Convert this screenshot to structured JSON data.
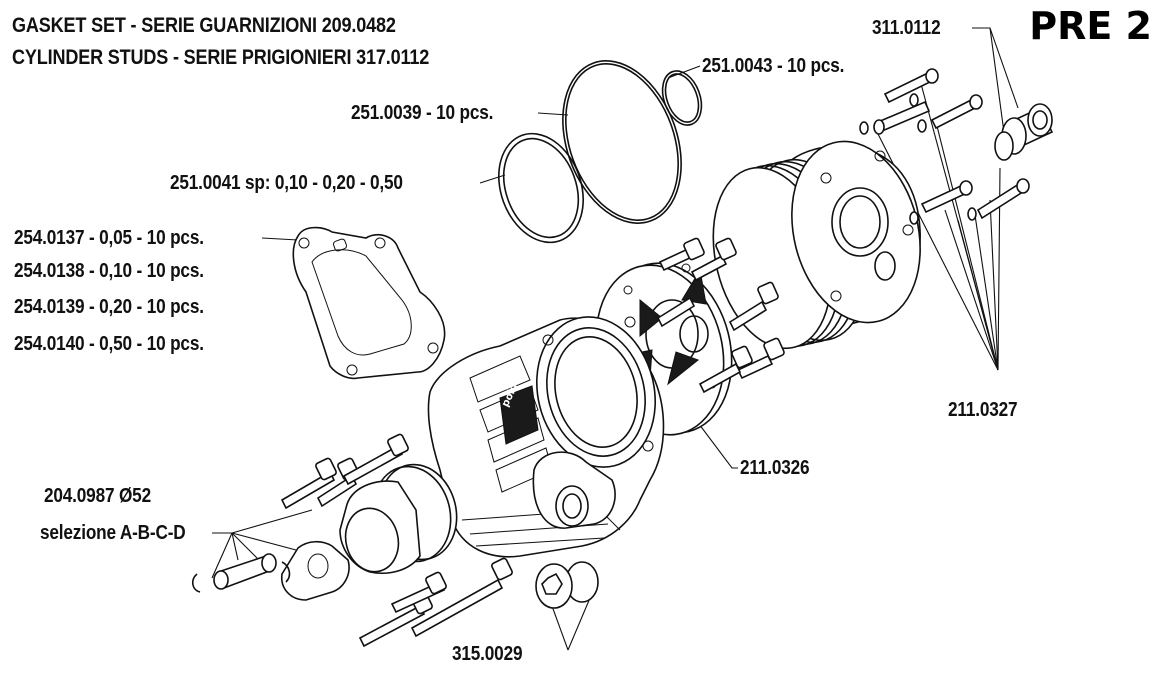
{
  "header": {
    "line1": "GASKET SET - SERIE GUARNIZIONI 209.0482",
    "line2": "CYLINDER STUDS - SERIE PRIGIONIERI 317.0112"
  },
  "sheet_id": "PRE 2",
  "callouts": {
    "c311_0112": "311.0112",
    "c251_0043": "251.0043 - 10 pcs.",
    "c251_0039": "251.0039 - 10 pcs.",
    "c251_0041": "251.0041 sp: 0,10 - 0,20 - 0,50",
    "c254_0137": "254.0137 - 0,05 - 10 pcs.",
    "c254_0138": "254.0138 - 0,10 - 10 pcs.",
    "c254_0139": "254.0139 - 0,20 - 10 pcs.",
    "c254_0140": "254.0140 - 0,50 - 10 pcs.",
    "c211_0327": "211.0327",
    "c211_0326": "211.0326",
    "c204_0987": "204.0987 Ø52",
    "c204_sel": "selezione A-B-C-D",
    "c315_0029": "315.0029"
  },
  "cylinder_logo": "polini",
  "colors": {
    "ink": "#111111",
    "background": "#ffffff"
  }
}
